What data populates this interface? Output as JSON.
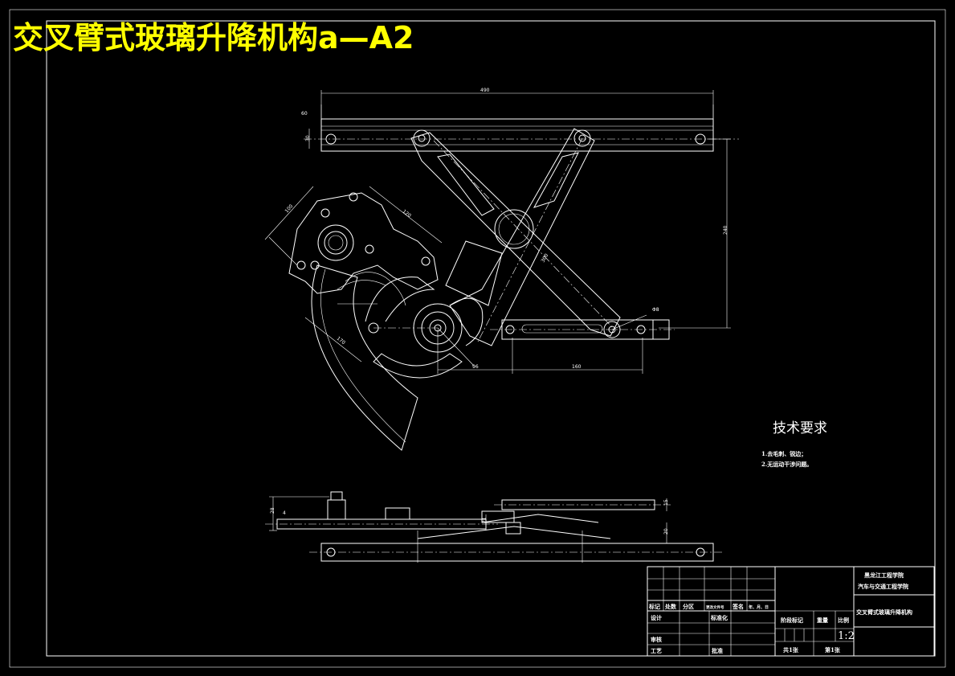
{
  "drawing": {
    "title": "交叉臂式玻璃升降机构a—A2"
  },
  "dimensions": {
    "d1": "490",
    "d2": "60",
    "d3": "30",
    "d4": "240",
    "d5": "100",
    "d6": "120",
    "d7": "170",
    "d8": "96",
    "d9": "160",
    "d10": "Φ8",
    "d11": "300",
    "side_d1": "28",
    "side_d2": "4",
    "side_d3": "21",
    "side_d4": "15",
    "side_d5": "20"
  },
  "requirements": {
    "heading": "技术要求",
    "notes": [
      "1.去毛刺、锐边；",
      "2.无运动干涉问题。"
    ]
  },
  "title_block": {
    "school_line1": "黑龙江工程学院",
    "school_line2": "汽车与交通工程学院",
    "part_name": "交叉臂式玻璃升降机构",
    "labels": {
      "mark": "标记",
      "count": "处数",
      "zone": "分区",
      "doc_no": "更改文件号",
      "sign": "签名",
      "date": "年、月、日",
      "design": "设计",
      "standard": "标准化",
      "review": "审核",
      "process": "工艺",
      "approve": "批准",
      "stage": "阶段标记",
      "weight": "重量",
      "scale": "比例",
      "total": "共1张",
      "sheet": "第1张"
    },
    "scale_value": "1:2"
  }
}
